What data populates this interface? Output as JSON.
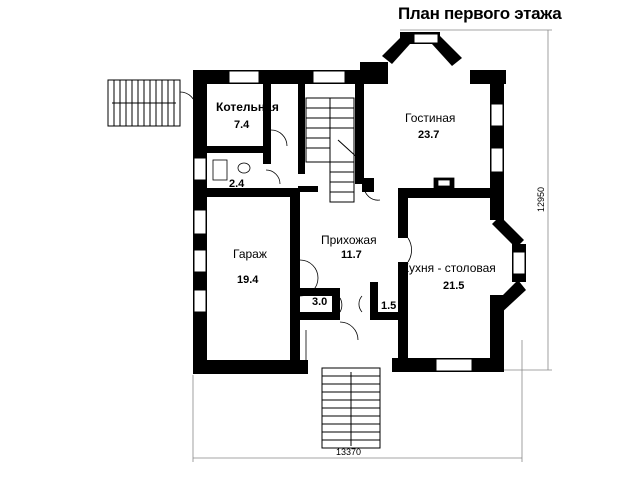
{
  "plan": {
    "title": "План первого этажа",
    "rooms": {
      "boiler": {
        "name": "Котельная",
        "area": "7.4"
      },
      "bath": {
        "area": "2.4"
      },
      "living": {
        "name": "Гостиная",
        "area": "23.7"
      },
      "hall": {
        "name": "Прихожая",
        "area": "11.7"
      },
      "garage": {
        "name": "Гараж",
        "area": "19.4"
      },
      "kitchen": {
        "name": "Кухня - столовая",
        "area": "21.5"
      },
      "closet_left": {
        "area": "3.0"
      },
      "closet_right": {
        "area": "1.5"
      }
    },
    "dimensions": {
      "width": "13370",
      "height": "12950"
    }
  }
}
